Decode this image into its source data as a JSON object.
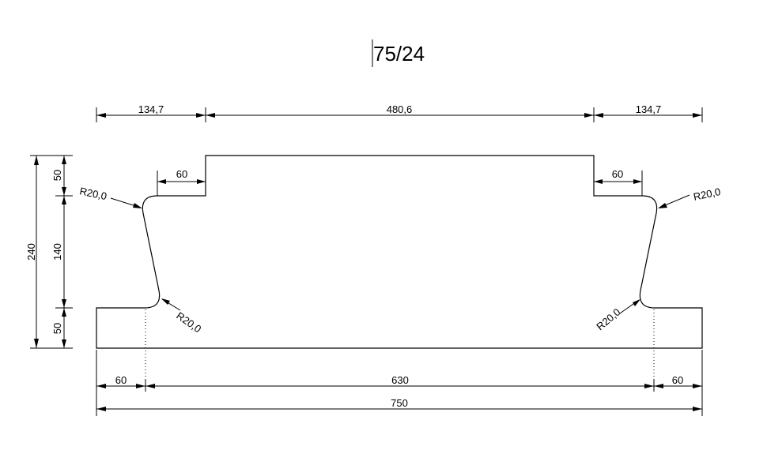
{
  "title": "75/24",
  "top_dims": {
    "left": "134,7",
    "middle": "480,6",
    "right": "134,7"
  },
  "step_dims": {
    "left": "60",
    "right": "60"
  },
  "height_dims": {
    "total": "240",
    "upper": "50",
    "middle": "140",
    "lower": "50"
  },
  "radii": {
    "top_left": "R20,0",
    "bottom_left": "R20,0",
    "top_right": "R20,0",
    "bottom_right": "R20,0"
  },
  "bottom_dims": {
    "left": "60",
    "middle": "630",
    "right": "60",
    "total": "750"
  }
}
